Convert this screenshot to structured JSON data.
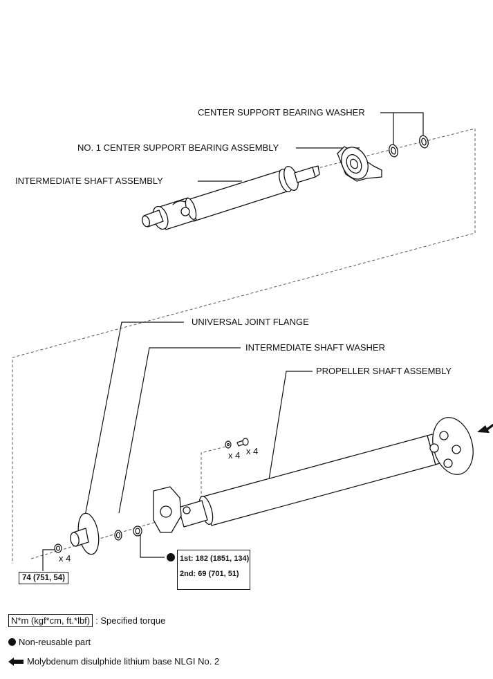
{
  "labels": {
    "center_support_bearing_washer": "CENTER SUPPORT BEARING WASHER",
    "no1_center_support_bearing_assembly": "NO. 1 CENTER SUPPORT BEARING ASSEMBLY",
    "intermediate_shaft_assembly": "INTERMEDIATE SHAFT ASSEMBLY",
    "universal_joint_flange": "UNIVERSAL JOINT FLANGE",
    "intermediate_shaft_washer": "INTERMEDIATE SHAFT WASHER",
    "propeller_shaft_assembly": "PROPELLER SHAFT ASSEMBLY"
  },
  "quantities": {
    "washer_qty": "x 4",
    "bolt_qty": "x 4",
    "flange_nut_qty": "x 4"
  },
  "torques": {
    "flange_nut": "74 (751, 54)",
    "intermediate_nut_1st": "1st: 182 (1851, 134)",
    "intermediate_nut_2nd": "2nd: 69 (701, 51)"
  },
  "legend": {
    "torque_units": "N*m (kgf*cm, ft.*lbf)",
    "torque_desc": ": Specified torque",
    "non_reusable": "Non-reusable part",
    "grease": "Molybdenum disulphide lithium base NLGI No. 2"
  },
  "icons": {
    "non_reusable": "filled-circle",
    "grease_point": "left-arrow"
  }
}
